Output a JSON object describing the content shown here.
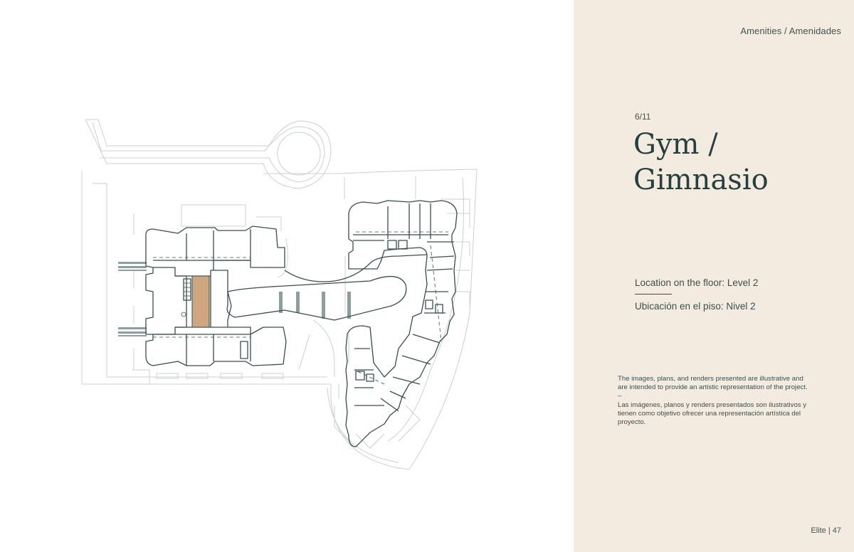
{
  "header": {
    "section": "Amenities / Amenidades"
  },
  "amenity": {
    "counter": "6/11",
    "title_line1": "Gym /",
    "title_line2": "Gimnasio",
    "location_en": "Location on the floor: Level 2",
    "location_es": "Ubicación en el piso: Nivel 2"
  },
  "disclaimer": {
    "en": "The images, plans, and renders presented are illustrative and are intended to provide an artistic representation of the project.",
    "separator": "–",
    "es": "Las imágenes, planos y renders presentados son ilustrativos y tienen como objetivo ofrecer una representación artística del proyecto."
  },
  "footer": {
    "page": "Elite | 47"
  },
  "colors": {
    "panel_bg": "#f3ebe0",
    "text": "#26403f",
    "plan_line": "#2f4644",
    "site_line": "#c7cfce",
    "highlight": "#cfa67f"
  },
  "plan": {
    "highlight_icon": "gym-highlight-area"
  }
}
